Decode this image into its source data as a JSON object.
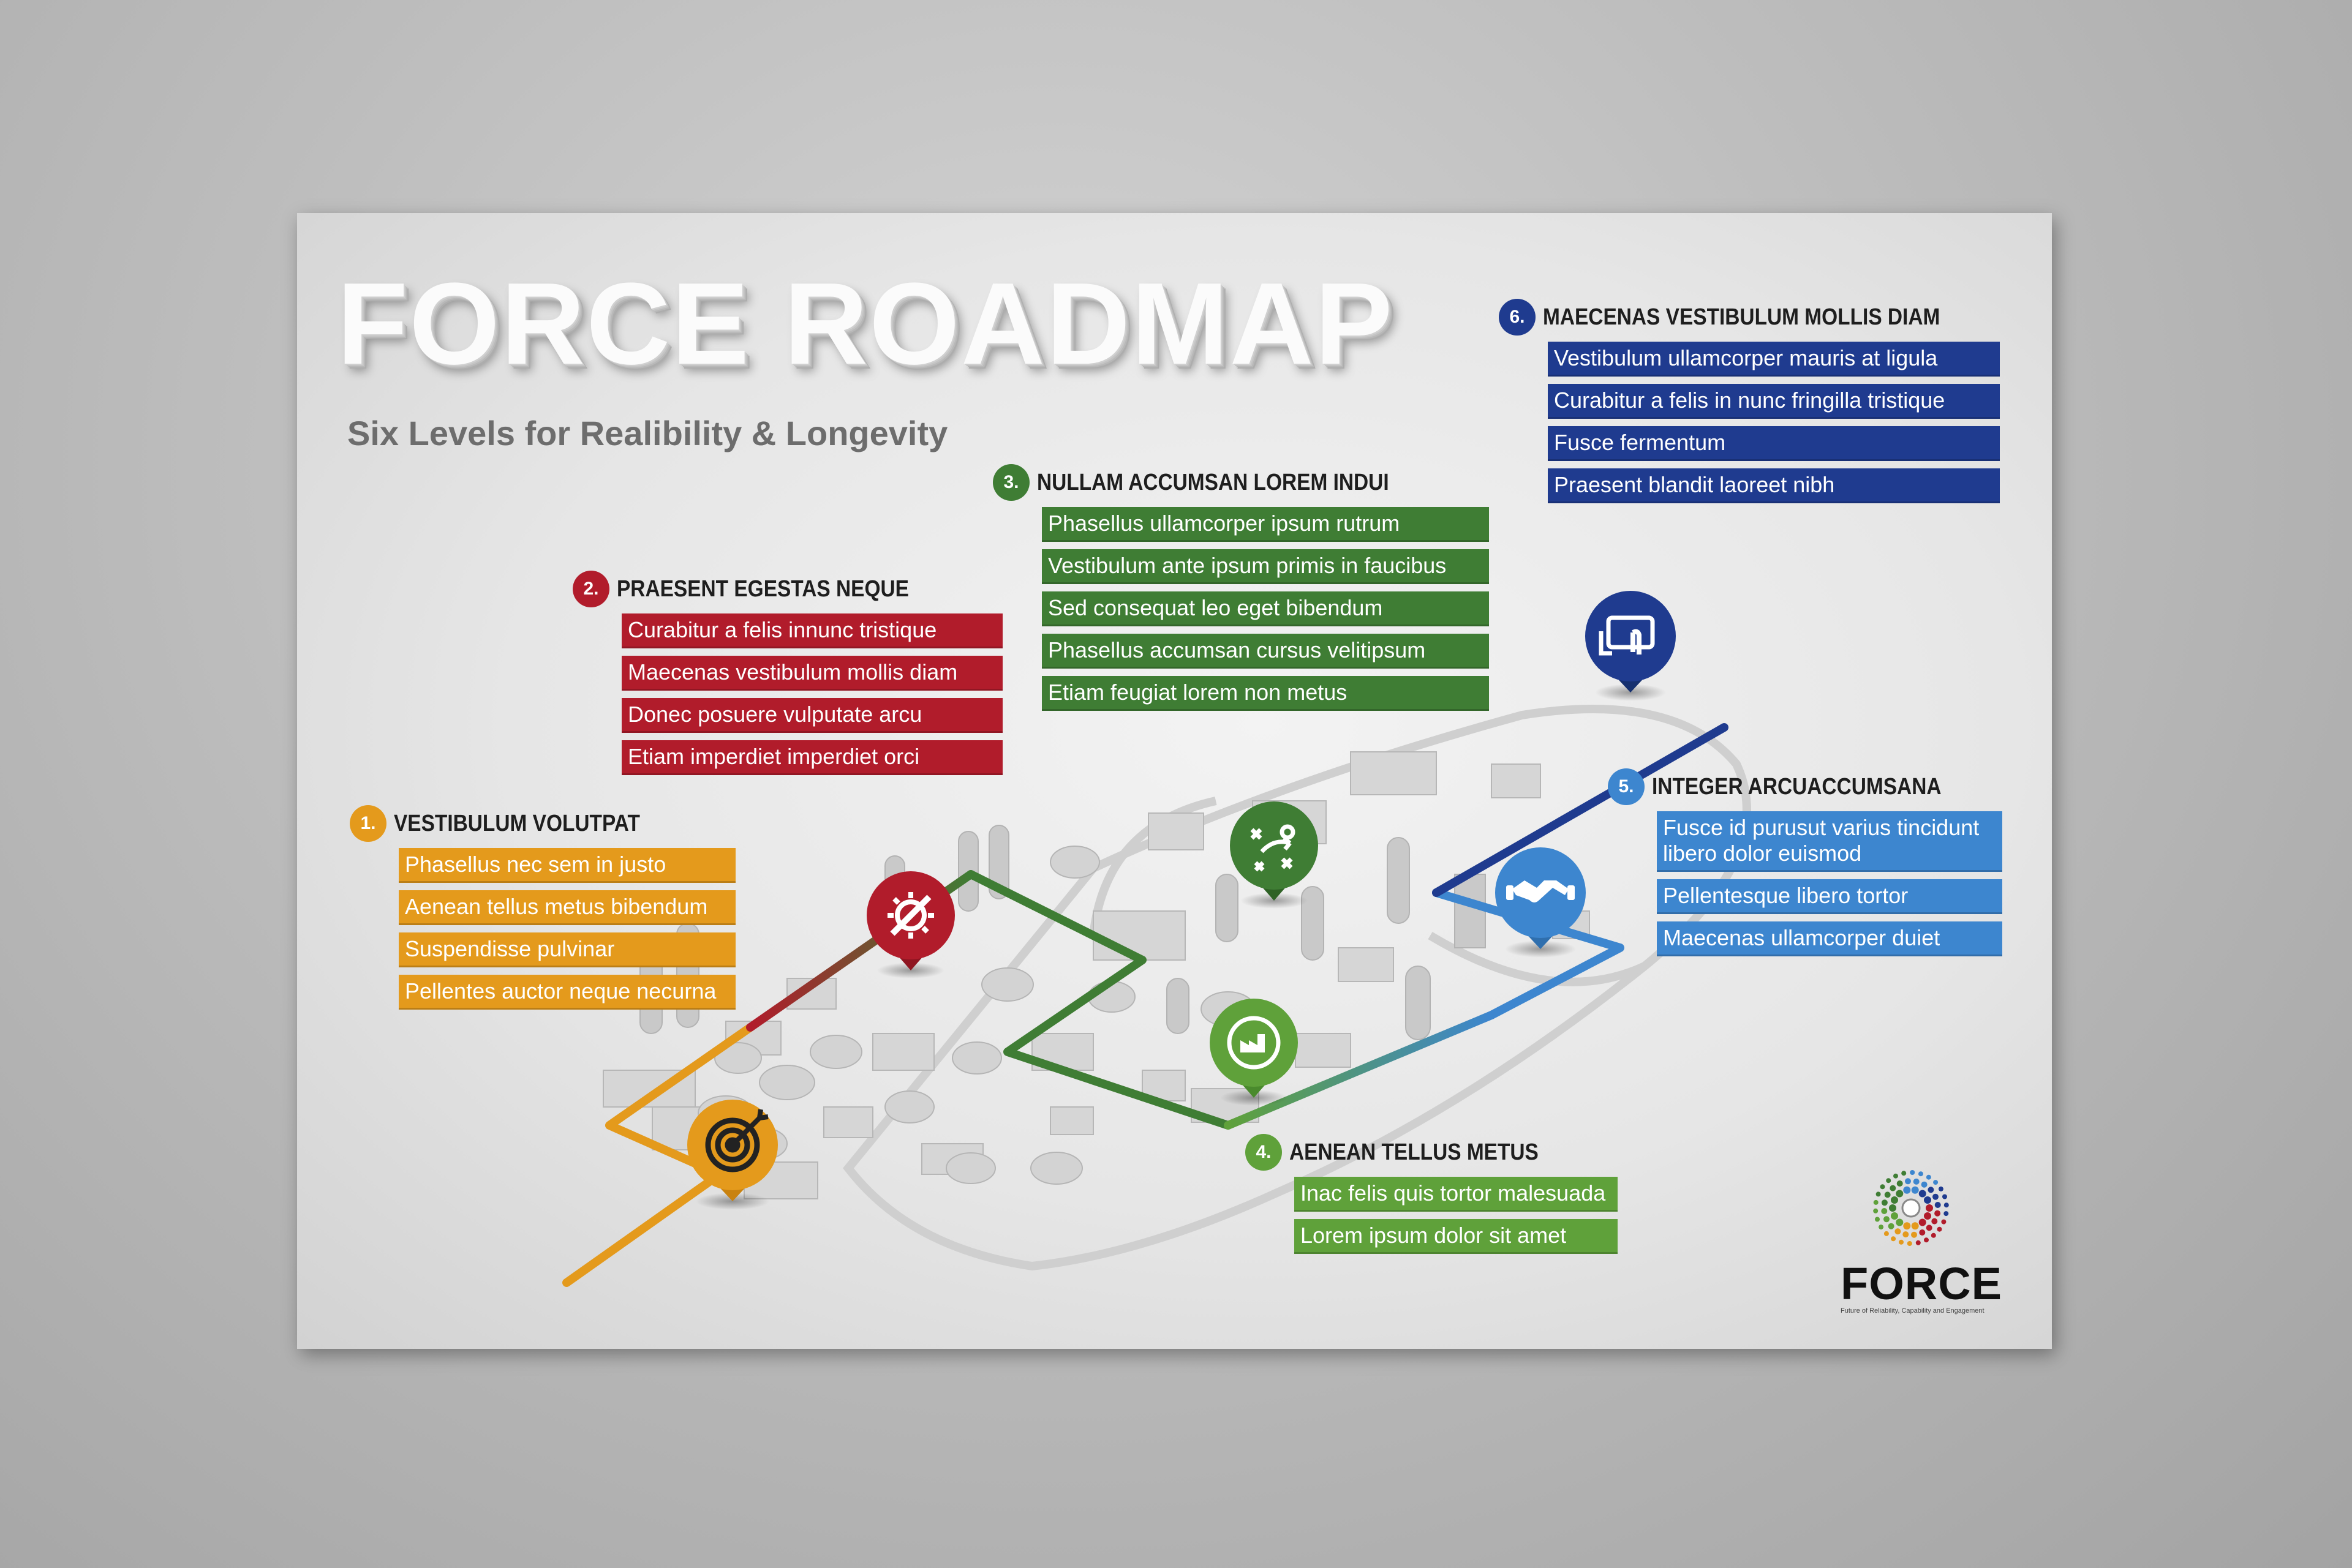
{
  "title": "FORCE ROADMAP",
  "subtitle": "Six Levels for Realibility & Longevity",
  "colors": {
    "level1": "#e49a1c",
    "level2": "#b11c2b",
    "level3": "#3f7d34",
    "level4": "#5fa13a",
    "level5": "#3d86cf",
    "level6": "#1f3b8f"
  },
  "sections": [
    {
      "number": "1.",
      "title": "VESTIBULUM VOLUTPAT",
      "icon": "target-icon",
      "items": [
        "Phasellus nec sem in justo",
        "Aenean tellus metus bibendum",
        "Suspendisse pulvinar",
        "Pellentes auctor neque necurna"
      ]
    },
    {
      "number": "2.",
      "title": "PRAESENT EGESTAS NEQUE",
      "icon": "gear-wrench-icon",
      "items": [
        "Curabitur a felis innunc tristique",
        "Maecenas vestibulum mollis diam",
        "Donec posuere vulputate arcu",
        "Etiam imperdiet imperdiet orci"
      ]
    },
    {
      "number": "3.",
      "title": "NULLAM ACCUMSAN LOREM INDUI",
      "icon": "strategy-icon",
      "items": [
        "Phasellus ullamcorper ipsum rutrum",
        "Vestibulum ante ipsum primis in faucibus",
        "Sed consequat leo eget bibendum",
        "Phasellus accumsan cursus velitipsum",
        "Etiam feugiat lorem non metus"
      ]
    },
    {
      "number": "4.",
      "title": "AENEAN TELLUS METUS",
      "icon": "factory-cycle-icon",
      "items": [
        "Inac felis quis tortor malesuada",
        "Lorem ipsum dolor sit amet"
      ]
    },
    {
      "number": "5.",
      "title": "INTEGER ARCUACCUMSANA",
      "icon": "handshake-icon",
      "items": [
        "Fusce id purusut varius tincidunt libero dolor euismod",
        "Pellentesque libero tortor",
        "Maecenas ullamcorper duiet"
      ]
    },
    {
      "number": "6.",
      "title": "MAECENAS VESTIBULUM MOLLIS DIAM",
      "icon": "tablet-touch-icon",
      "items": [
        "Vestibulum ullamcorper mauris at ligula",
        "Curabitur a felis in nunc fringilla tristique",
        "Fusce fermentum",
        "Praesent blandit laoreet nibh"
      ]
    }
  ],
  "logo": {
    "word": "FORCE",
    "tagline": "Future of Reliability, Capability and Engagement"
  }
}
